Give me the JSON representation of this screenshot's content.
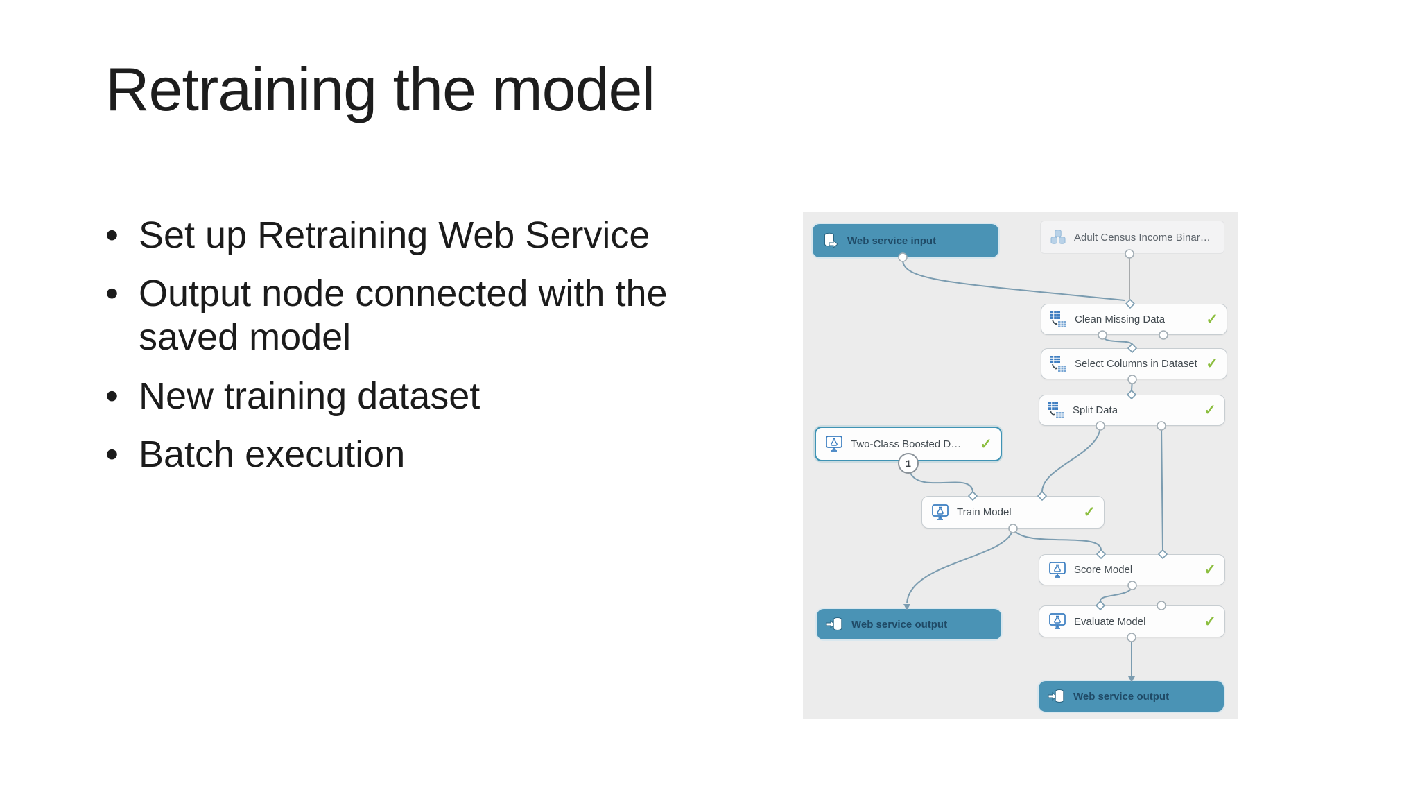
{
  "slide": {
    "title": "Retraining the model",
    "bullets": [
      "Set up Retraining Web Service",
      "Output node connected with the\nsaved model",
      "New training dataset",
      "Batch execution"
    ]
  },
  "diagram": {
    "badge_label": "1",
    "icons": {
      "check": "✓"
    },
    "colors": {
      "panel_bg": "#ececec",
      "node_blue": "#4a93b5",
      "check_green": "#8cbe3f",
      "connector": "#7b9cb0",
      "dataset_line": "#a7aaac",
      "icon_blue": "#3a7dc0"
    },
    "nodes": [
      {
        "label": "Web service input",
        "kind": "web-service-input"
      },
      {
        "label": "Adult Census Income Binary ...",
        "kind": "dataset"
      },
      {
        "label": "Clean Missing Data",
        "kind": "module",
        "status": "completed"
      },
      {
        "label": "Select Columns in Dataset",
        "kind": "module",
        "status": "completed"
      },
      {
        "label": "Split Data",
        "kind": "module",
        "status": "completed"
      },
      {
        "label": "Two-Class Boosted Decision ...",
        "kind": "module",
        "status": "completed",
        "selected": true
      },
      {
        "label": "Train Model",
        "kind": "module",
        "status": "completed"
      },
      {
        "label": "Score Model",
        "kind": "module",
        "status": "completed"
      },
      {
        "label": "Web service output",
        "kind": "web-service-output"
      },
      {
        "label": "Evaluate Model",
        "kind": "module",
        "status": "completed"
      },
      {
        "label": "Web service output",
        "kind": "web-service-output"
      }
    ]
  }
}
